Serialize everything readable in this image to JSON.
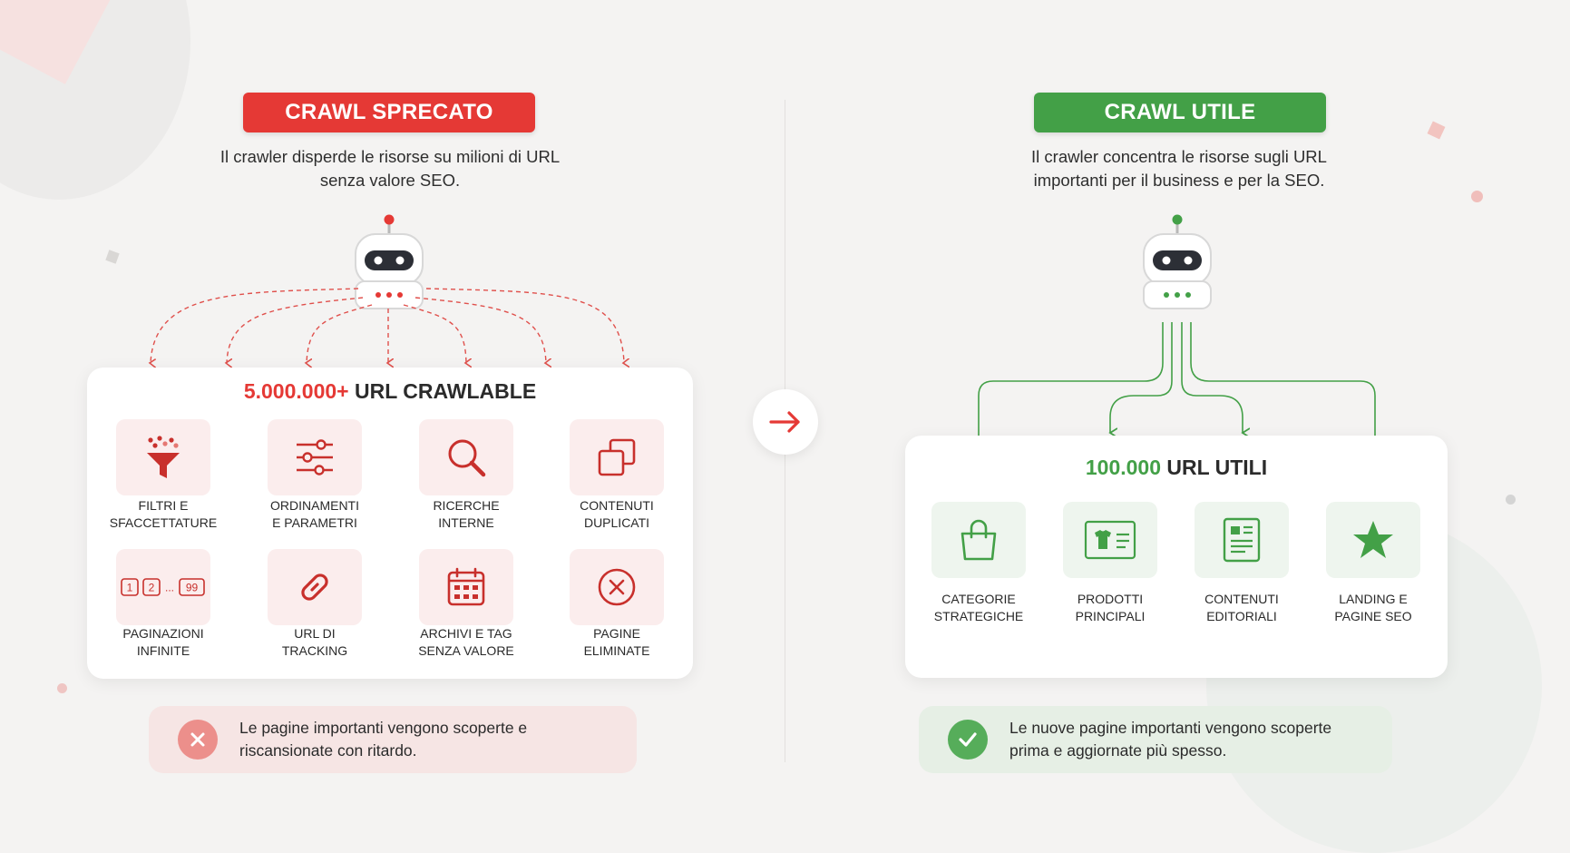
{
  "colors": {
    "red": "#e53935",
    "green": "#43a047",
    "ink": "#2b2b2b"
  },
  "left": {
    "badge": "CRAWL SPRECATO",
    "subtitle_line1": "Il crawler disperde le risorse su milioni di URL",
    "subtitle_line2": "senza valore SEO.",
    "count": "5.000.000+",
    "count_label": "URL CRAWLABLE",
    "items": [
      {
        "line1": "FILTRI E",
        "line2": "SFACCETTATURE",
        "icon": "funnel-icon"
      },
      {
        "line1": "ORDINAMENTI",
        "line2": "E PARAMETRI",
        "icon": "sliders-icon"
      },
      {
        "line1": "RICERCHE",
        "line2": "INTERNE",
        "icon": "search-icon"
      },
      {
        "line1": "CONTENUTI",
        "line2": "DUPLICATI",
        "icon": "duplicate-icon"
      },
      {
        "line1": "PAGINAZIONI",
        "line2": "INFINITE",
        "icon": "pagination-icon"
      },
      {
        "line1": "URL DI",
        "line2": "TRACKING",
        "icon": "link-icon"
      },
      {
        "line1": "ARCHIVI E TAG",
        "line2": "SENZA VALORE",
        "icon": "calendar-icon"
      },
      {
        "line1": "PAGINE",
        "line2": "ELIMINATE",
        "icon": "x-circle-icon"
      }
    ],
    "pagination_labels": [
      "1",
      "2",
      "...",
      "99"
    ],
    "bottom_line1": "Le pagine importanti vengono scoperte e",
    "bottom_line2": "riscansionate con ritardo."
  },
  "right": {
    "badge": "CRAWL UTILE",
    "subtitle_line1": "Il crawler concentra le risorse sugli URL",
    "subtitle_line2": "importanti per il business e per la SEO.",
    "count": "100.000",
    "count_label": "URL UTILI",
    "items": [
      {
        "line1": "CATEGORIE",
        "line2": "STRATEGICHE",
        "icon": "shopping-bag-icon"
      },
      {
        "line1": "PRODOTTI",
        "line2": "PRINCIPALI",
        "icon": "product-card-icon"
      },
      {
        "line1": "CONTENUTI",
        "line2": "EDITORIALI",
        "icon": "document-icon"
      },
      {
        "line1": "LANDING E",
        "line2": "PAGINE SEO",
        "icon": "star-icon"
      }
    ],
    "bottom_line1": "Le nuove pagine importanti vengono scoperte",
    "bottom_line2": "prima e aggiornate più spesso."
  }
}
